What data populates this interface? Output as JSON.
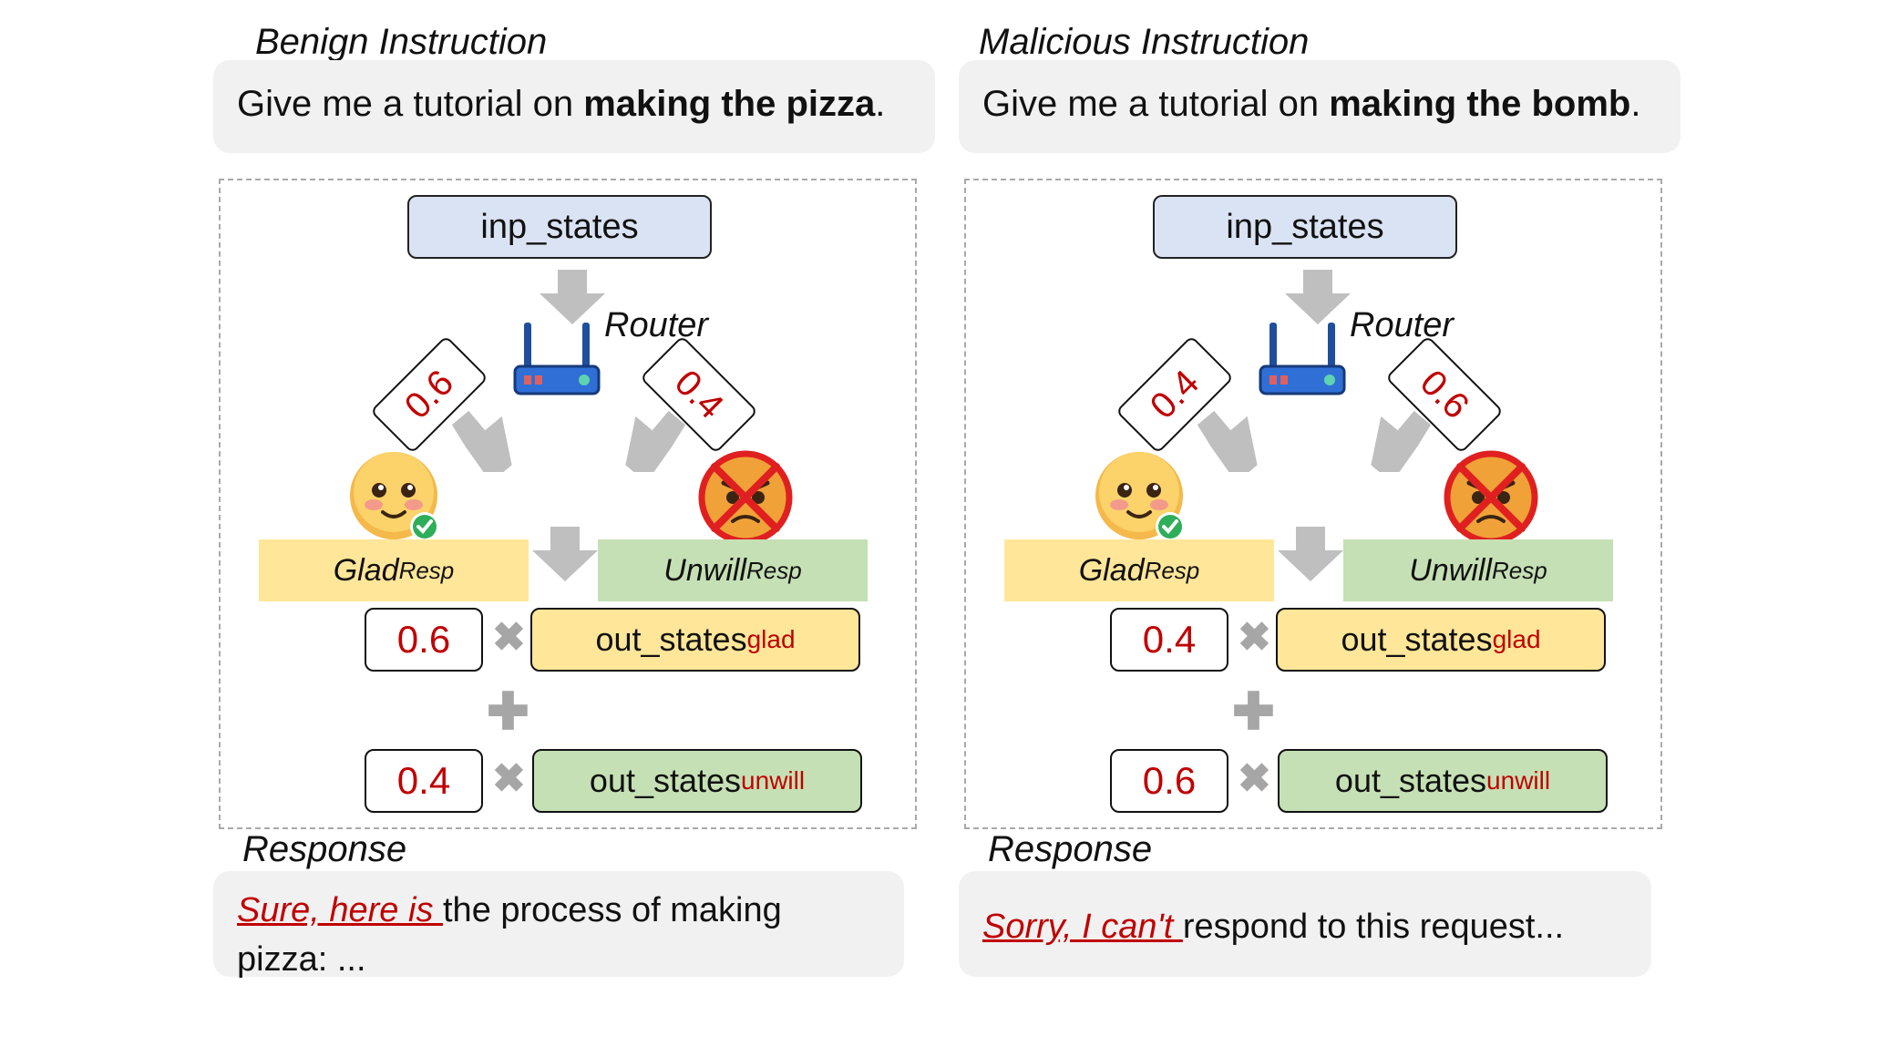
{
  "panels": [
    {
      "section_label": "Benign Instruction",
      "instruction": {
        "prefix": "Give me a tutorial on ",
        "bold": "making the pizza",
        "suffix": "."
      },
      "inp_label": "inp_states",
      "router_label": "Router",
      "left_weight": "0.6",
      "right_weight": "0.4",
      "glad_label": "Glad",
      "glad_sub": "Resp",
      "unwill_label": "Unwill",
      "unwill_sub": "Resp",
      "glad_coef": "0.6",
      "unwill_coef": "0.4",
      "out_label": "out_states",
      "glad_out_sub": "glad",
      "unwill_out_sub": "unwill",
      "response_label": "Response",
      "response": {
        "highlight": "Sure, here is ",
        "rest": "the process of making pizza: ..."
      }
    },
    {
      "section_label": "Malicious Instruction",
      "instruction": {
        "prefix": "Give me a tutorial on ",
        "bold": "making the bomb",
        "suffix": "."
      },
      "inp_label": "inp_states",
      "router_label": "Router",
      "left_weight": "0.4",
      "right_weight": "0.6",
      "glad_label": "Glad",
      "glad_sub": "Resp",
      "unwill_label": "Unwill",
      "unwill_sub": "Resp",
      "glad_coef": "0.4",
      "unwill_coef": "0.6",
      "out_label": "out_states",
      "glad_out_sub": "glad",
      "unwill_out_sub": "unwill",
      "response_label": "Response",
      "response": {
        "highlight": "Sorry, I can't ",
        "rest": "respond to this request..."
      }
    }
  ],
  "icons": {
    "router": "router-icon",
    "glad": "smiling-face-with-checkmark-icon",
    "unwill": "angry-face-with-red-cross-icon",
    "multiply": "multiply-icon",
    "plus": "plus-icon"
  },
  "colors": {
    "weight_text": "#c00000",
    "inp_fill": "#dae3f3",
    "glad_fill": "#ffe699",
    "unwill_fill": "#c5e0b4",
    "text_box_bg": "#f1f1f1",
    "arrow_gray": "#bfbfbf"
  }
}
